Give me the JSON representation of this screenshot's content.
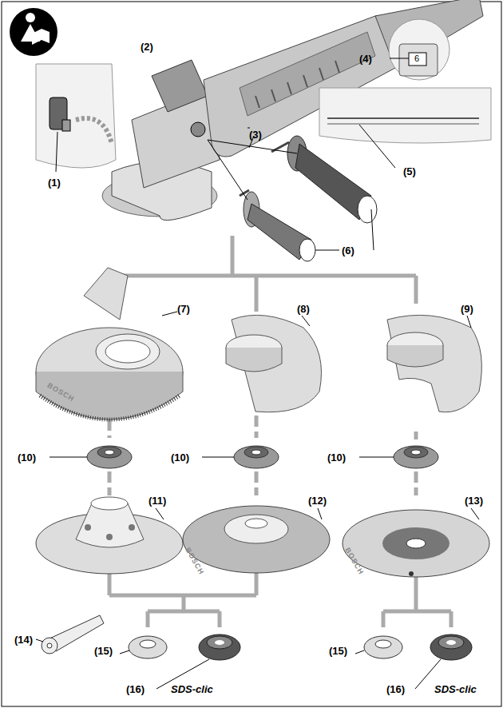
{
  "diagram": {
    "labels": [
      "(2)",
      "(4)",
      "6",
      "(1)",
      "(3)",
      "(5)",
      "(6)",
      "(7)",
      "(8)",
      "(9)",
      "BOSCH",
      "(10)",
      "(10)",
      "(10)",
      "(11)",
      "(12)",
      "(13)",
      "BOSCH",
      "BOSCH",
      "(14)",
      "(15)",
      "(16)",
      "SDS-clic",
      "(15)",
      "(16)",
      "SDS-clic"
    ]
  }
}
